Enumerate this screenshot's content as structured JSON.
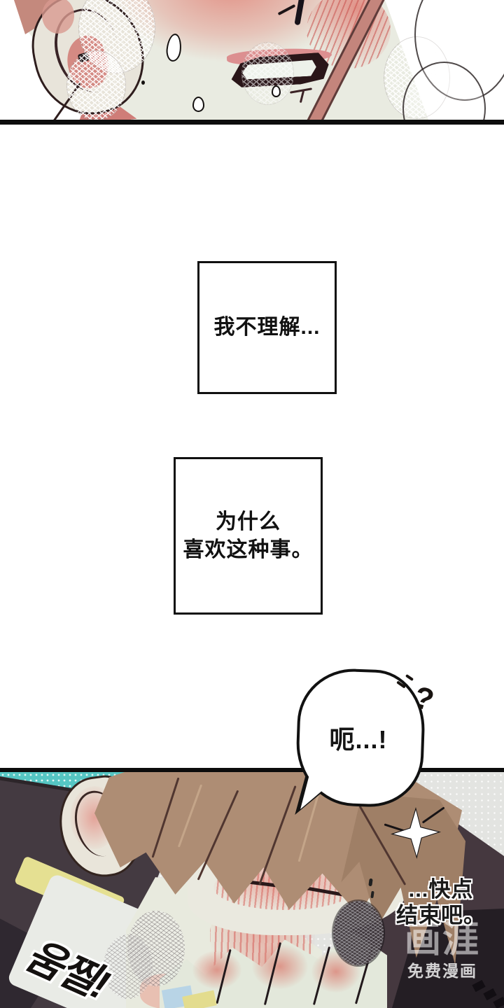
{
  "page": {
    "kind": "manhwa-comic-page",
    "background": "#ffffff"
  },
  "narration": {
    "box1": "我不理解...",
    "box2_line1": "为什么",
    "box2_line2": "喜欢这种事。"
  },
  "speech": {
    "bubble_text": "呃...!",
    "question_mark": "?"
  },
  "dialogue": {
    "line1": "...快点",
    "line2": "结束吧。"
  },
  "sfx": {
    "flinch": "움찔!"
  },
  "watermark": {
    "logo": "画涯",
    "tagline": "免费漫画"
  },
  "colors": {
    "panel_border": "#0d0d0d",
    "skin_pale": "#e9ebe1",
    "blush_pink": "#dd8d86",
    "ear_pink": "#d28079",
    "hair_top_panel": "#c4897d",
    "hair_bottom_panel": "#ae8d74",
    "teal_background": "#55c6c3",
    "gray_background": "#e3e4e1",
    "dark_jacket": "#45383f",
    "collar_yellow": "#e5e092",
    "shirt_white": "#e9ebe6",
    "hand_blush": "#db8276"
  }
}
